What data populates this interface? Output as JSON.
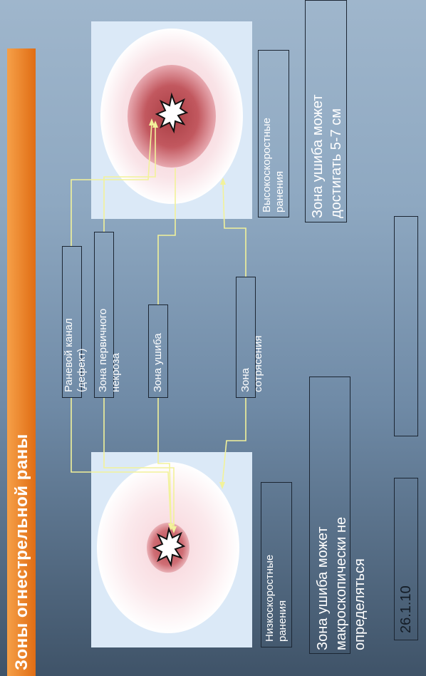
{
  "title": "Зоны огнестрельной раны",
  "labels": {
    "wound_canal_line1": "Раневой канал",
    "wound_canal_line2": "(дефект)",
    "necrosis_line1": "Зона  первичного",
    "necrosis_line2": "некроза",
    "contusion": "Зона ушиба",
    "commotion_line1": "Зона",
    "commotion_line2": "сотрясения",
    "high_velocity_line1": "Высокоскоростные",
    "high_velocity_line2": "ранения",
    "low_velocity_line1": "Низкоскоростные",
    "low_velocity_line2": "ранения"
  },
  "notes": {
    "high_line1": "Зона ушиба может",
    "high_line2": "достигать 5-7 см",
    "low_line1": "Зона ушиба может",
    "low_line2": "макроскопически не",
    "low_line3": "определяться"
  },
  "date": "26.1.10",
  "colors": {
    "title_bar": "#e8801f",
    "panel": "#dbe9f7",
    "necrosis_core": "#b84a4f",
    "leader_lines": "#f2f29a"
  }
}
